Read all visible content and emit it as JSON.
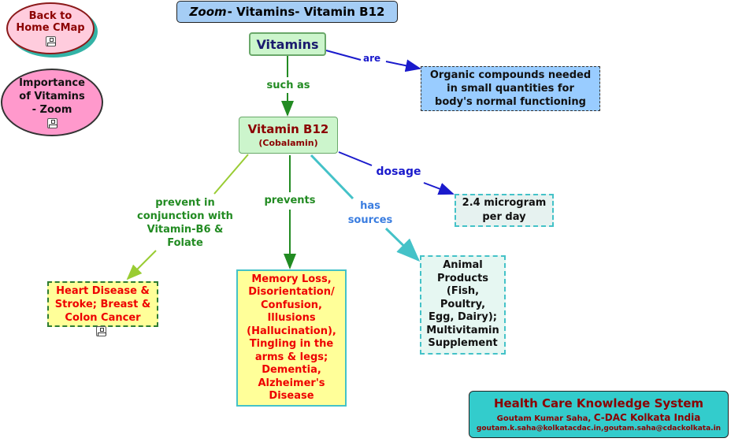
{
  "title": {
    "italic": "Zoom",
    "rest": "- Vitamins- Vitamin B12"
  },
  "nav": {
    "back_home": "Back to\nHome CMap",
    "importance": "Importance\nof Vitamins\n- Zoom"
  },
  "nodes": {
    "vitamins": "Vitamins",
    "b12_title": "Vitamin B12",
    "b12_sub": "(Cobalamin)",
    "organic": "Organic compounds needed\nin small quantities for\nbody's normal functioning",
    "dosage_value": "2.4 microgram\nper day",
    "heart": "Heart Disease &\nStroke; Breast &\nColon Cancer",
    "memory": "Memory Loss,\nDisorientation/\nConfusion,\nIllusions\n(Hallucination),\nTingling in the\narms & legs;\nDementia,\nAlzheimer's\nDisease",
    "animal": "Animal\nProducts\n(Fish,\nPoultry,\nEgg, Dairy);\nMultivitamin\nSupplement"
  },
  "links": {
    "are": "are",
    "such_as": "such as",
    "dosage": "dosage",
    "prevent_conj": "prevent in\nconjunction with\nVitamin-B6 &\nFolate",
    "prevents": "prevents",
    "has_sources": "has\nsources"
  },
  "footer": {
    "system": "Health Care Knowledge System",
    "author_name": "Goutam Kumar Saha,",
    "author_org": "C-DAC Kolkata India",
    "emails": "goutam.k.saha@kolkatacdac.in,goutam.saha@cdackolkata.in"
  },
  "icons": [
    "cmap-link-icon"
  ],
  "colors": {
    "title_bg": "#a5cdf5",
    "vitamins_bg": "#ccf5cc",
    "b12_text": "#8b0000",
    "organic_bg": "#99ccff",
    "dosage_bg": "#e6f2f0",
    "heart_bg": "#ffff99",
    "memory_text": "#ff0000",
    "animal_bg": "#e6f7f2",
    "footer_bg": "#33cccc",
    "back_home_bg": "#ffccdd",
    "importance_bg": "#ff99cc"
  }
}
